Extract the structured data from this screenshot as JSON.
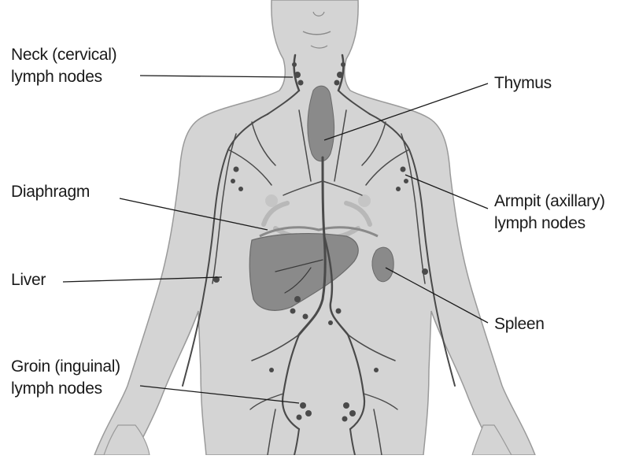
{
  "labels": {
    "neck": {
      "line1": "Neck (cervical)",
      "line2": "lymph nodes"
    },
    "thymus": {
      "line1": "Thymus"
    },
    "diaphragm": {
      "line1": "Diaphragm"
    },
    "armpit": {
      "line1": "Armpit (axillary)",
      "line2": "lymph nodes"
    },
    "liver": {
      "line1": "Liver"
    },
    "spleen": {
      "line1": "Spleen"
    },
    "groin": {
      "line1": "Groin (inguinal)",
      "line2": "lymph nodes"
    }
  },
  "colors": {
    "body_fill": "#d4d4d4",
    "body_outline": "#9a9a9a",
    "organ_fill": "#8a8a8a",
    "vessel": "#4a4a4a",
    "leader_line": "#1a1a1a"
  }
}
